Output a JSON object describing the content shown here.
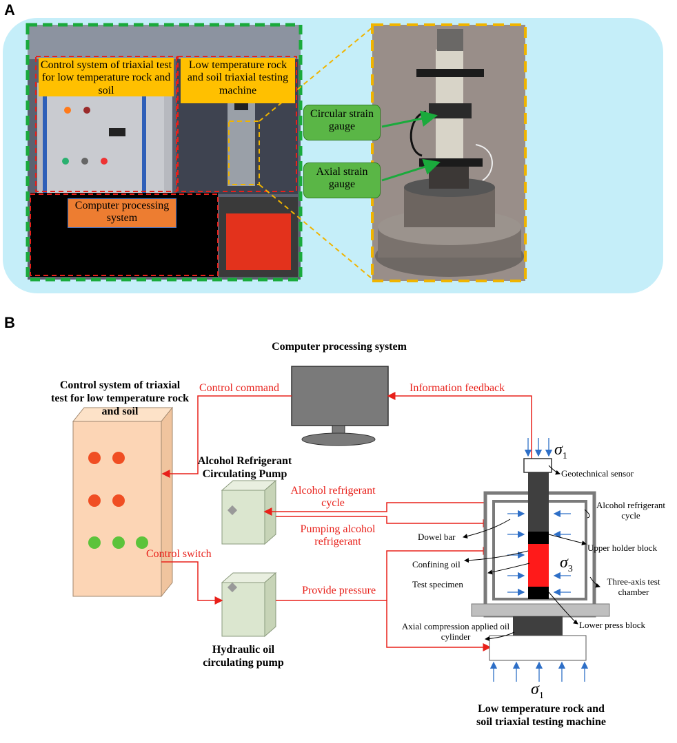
{
  "panel_a": {
    "letter": "A",
    "labels": {
      "control_system": "Control system of triaxial test for low temperature rock and soil",
      "testing_machine": "Low temperature rock and soil triaxial testing machine",
      "computer": "Computer processing system",
      "circular_gauge": "Circular strain gauge",
      "axial_gauge": "Axial strain gauge"
    },
    "colors": {
      "background": "#c5eef9",
      "green_dash": "#1aaa3c",
      "red_dash": "#e8201a",
      "yellow_dash": "#f0b400"
    }
  },
  "panel_b": {
    "letter": "B",
    "computer_title": "Computer processing system",
    "control_title": "Control system of triaxial test for low temperature rock and soil",
    "alcohol_pump_title": "Alcohol Refrigerant Circulating Pump",
    "hydraulic_pump_title": "Hydraulic oil circulating pump",
    "machine_title": "Low temperature rock and soil triaxial testing machine",
    "flows": {
      "control_command": "Control command",
      "information_feedback": "Information feedback",
      "alcohol_cycle": "Alcohol refrigerant cycle",
      "pumping_alcohol": "Pumping alcohol refrigerant",
      "control_switch": "Control switch",
      "provide_pressure": "Provide pressure"
    },
    "parts": {
      "geotechnical_sensor": "Geotechnical sensor",
      "alcohol_cycle": "Alcohol refrigerant cycle",
      "dowel_bar": "Dowel bar",
      "upper_holder": "Upper holder block",
      "confining_oil": "Confining oil",
      "test_specimen": "Test specimen",
      "three_axis": "Three-axis test chamber",
      "lower_press": "Lower press block",
      "axial_cylinder": "Axial compression applied oil cylinder"
    },
    "sigma1": "σ",
    "sigma1_sub": "1",
    "sigma3": "σ",
    "sigma3_sub": "3",
    "colors": {
      "arrow_red": "#e8201a",
      "arrow_blue": "#2e6fc7",
      "control_box": "#fcd5b5",
      "pump_box": "#dbe6cf"
    }
  }
}
